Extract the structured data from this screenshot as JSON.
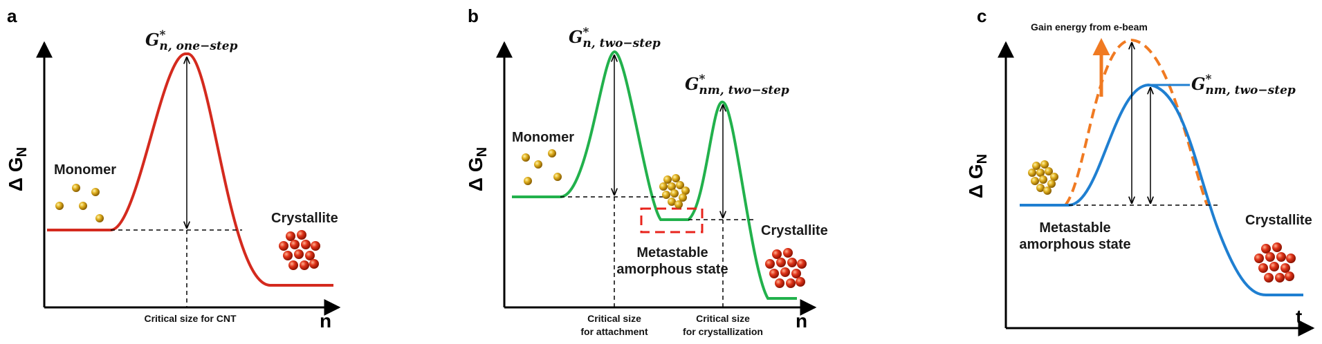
{
  "panels": [
    {
      "letter": "a",
      "y_axis_label": "Δ G",
      "y_axis_sub": "N",
      "x_axis_label": "n",
      "energy_label_main": "G",
      "energy_label_sup": "*",
      "energy_label_sub": "n, one−step",
      "monomer_label": "Monomer",
      "crystallite_label": "Crystallite",
      "x_tick_label": "Critical size for CNT",
      "curve_color": "#d42a1e"
    },
    {
      "letter": "b",
      "y_axis_label": "Δ G",
      "y_axis_sub": "N",
      "x_axis_label": "n",
      "energy_label_1_main": "G",
      "energy_label_1_sup": "*",
      "energy_label_1_sub": "n, two−step",
      "energy_label_2_main": "G",
      "energy_label_2_sup": "*",
      "energy_label_2_sub": "nm, two−step",
      "monomer_label": "Monomer",
      "crystallite_label": "Crystallite",
      "metastable_line1": "Metastable",
      "metastable_line2": "amorphous state",
      "x_tick_1_line1": "Critical size",
      "x_tick_1_line2": "for attachment",
      "x_tick_2_line1": "Critical size",
      "x_tick_2_line2": "for crystallization",
      "curve_color": "#22b14c",
      "box_color": "#e8241c"
    },
    {
      "letter": "c",
      "y_axis_label": "Δ G",
      "y_axis_sub": "N",
      "x_axis_label": "t",
      "energy_label_main": "G",
      "energy_label_sup": "*",
      "energy_label_sub": "nm, two−step",
      "gain_label": "Gain energy from e-beam",
      "metastable_line1": "Metastable",
      "metastable_line2": "amorphous state",
      "crystallite_label": "Crystallite",
      "curve_color": "#1f7fd1",
      "dashed_curve_color": "#f07a22",
      "arrow_color": "#f07a22"
    }
  ],
  "colors": {
    "monomer_particle": "#d9a520",
    "crystallite_particle": "#d6301c"
  }
}
